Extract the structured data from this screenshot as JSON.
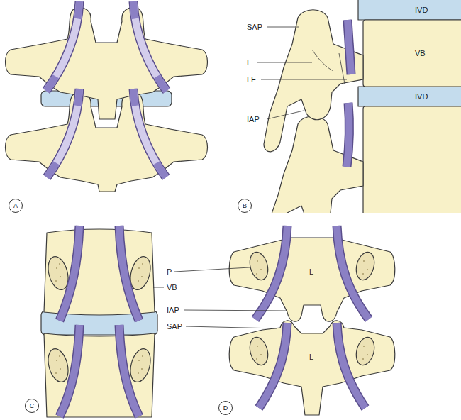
{
  "diagram": {
    "nodes": [
      {
        "text": [
          "A"
        ]
      },
      {
        "text": [
          "B"
        ]
      },
      {
        "text": [
          "C"
        ]
      },
      {
        "text": [
          "D"
        ]
      }
    ],
    "labels": [
      "SAP",
      "L",
      "LF",
      "IAP",
      "IVD",
      "VB",
      "IVD",
      "P",
      "VB",
      "L",
      "IAP",
      "SAP",
      "L"
    ]
  }
}
